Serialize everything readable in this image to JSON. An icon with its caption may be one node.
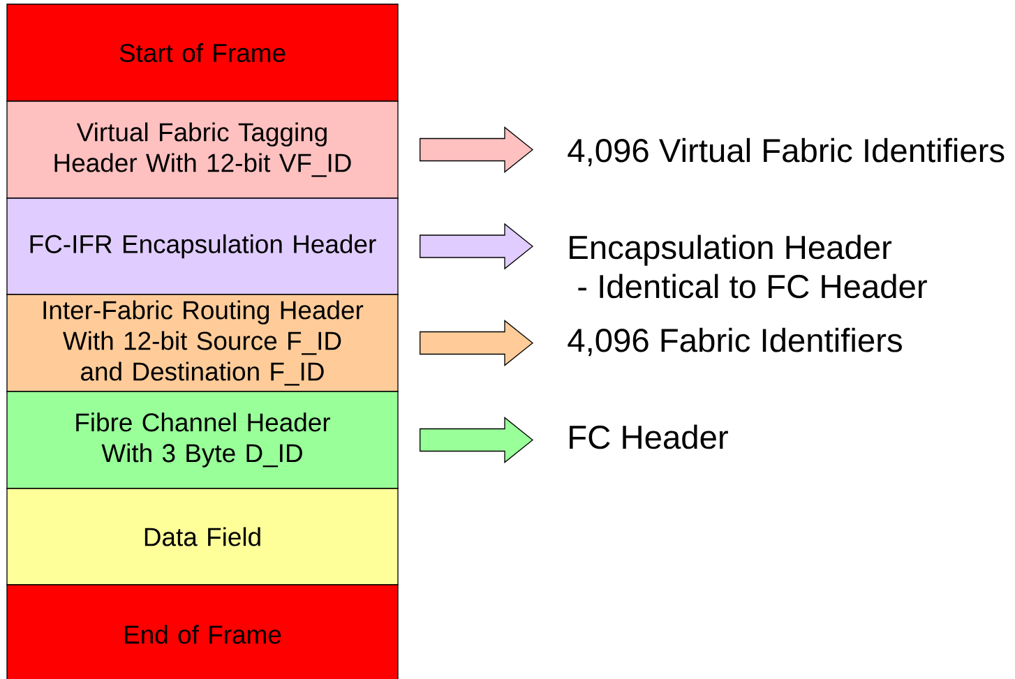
{
  "diagram": {
    "nodes": [
      {
        "text": [
          "Start of Frame"
        ]
      },
      {
        "text": [
          "Virtual Fabric Tagging Header With 12-bit VF_ID"
        ]
      },
      {
        "text": [
          "FC-IFR Encapsulation Header"
        ]
      },
      {
        "text": [
          "Inter-Fabric Routing Header With 12-bit Source F_ID and Destination F_ID"
        ]
      },
      {
        "text": [
          "Fibre Channel Header With 3 Byte D_ID"
        ]
      },
      {
        "text": [
          "Data Field"
        ]
      },
      {
        "text": [
          "End of Frame"
        ]
      },
      {
        "text": [
          "4,096 Virtual Fabric Identifiers"
        ]
      },
      {
        "text": [
          "Encapsulation Header",
          "- Identical to FC Header"
        ]
      },
      {
        "text": [
          "4,096 Fabric Identifiers"
        ]
      },
      {
        "text": [
          "FC Header"
        ]
      }
    ],
    "edges": [
      {
        "from": 1,
        "to": 7,
        "arrow": "to",
        "color": "#ffc0c0"
      },
      {
        "from": 2,
        "to": 8,
        "arrow": "to",
        "color": "#e0ccff"
      },
      {
        "from": 3,
        "to": 9,
        "arrow": "to",
        "color": "#ffcc99"
      },
      {
        "from": 4,
        "to": 10,
        "arrow": "to",
        "color": "#99ff99"
      }
    ]
  }
}
